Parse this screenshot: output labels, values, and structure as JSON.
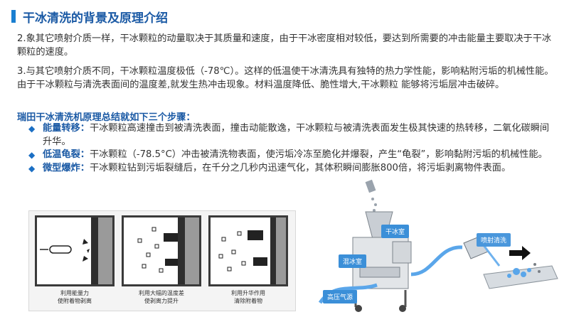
{
  "header": {
    "title": "干冰清洗的背景及原理介绍"
  },
  "paragraphs": [
    "2.象其它喷射介质一样，干冰颗粒的动量取决于其质量和速度，由于干冰密度相对较低，要达到所需要的冲击能量主要取决于干冰颗粒的速度。",
    "3.与其它喷射介质不同，干冰颗粒温度极低（-78℃）。这样的低温使干冰清洗具有独特的热力学性能，影响粘附污垢的机械性能。由于干冰颗粒与清洗表面间的温度差,就发生热冲击现象。材料温度降低、脆性增大,干冰颗粒 能够将污垢层冲击破碎。"
  ],
  "summary_heading": "瑞田干冰清洗机原理总结就如下三个步骤：",
  "steps": [
    {
      "term": "能量转移：",
      "desc": "干冰颗粒高速撞击到被清洗表面，撞击动能散逸，干冰颗粒与被清洗表面发生极其快速的热转移，二氧化碳瞬间升华。"
    },
    {
      "term": "低温龟裂：",
      "desc": "干冰颗粒（-78.5°C）冲击被清洗物表面，使污垢冷冻至脆化并爆裂，产生“龟裂”，影响黏附污垢的机械性能。"
    },
    {
      "term": "微型爆炸：",
      "desc": "干冰颗粒钻到污垢裂缝后，在千分之几秒内迅速气化，其体积瞬间膨胀800倍，将污垢剥离物件表面。"
    }
  ],
  "photo_captions": [
    [
      "利用能量力",
      "使附着物剥离"
    ],
    [
      "利用大幅的温度差",
      "使剥离力提升"
    ],
    [
      "利用升华作用",
      "清除附着物"
    ]
  ],
  "diagram_labels": {
    "dry_ice_chamber": "干冰室",
    "mixing_chamber": "混冰室",
    "high_pressure_air": "高压气源",
    "spray_cleaning": "喷射清洗"
  },
  "colors": {
    "title": "#1b5aa5",
    "accent": "#1a7fd1",
    "tag": "#3b8fd8"
  }
}
